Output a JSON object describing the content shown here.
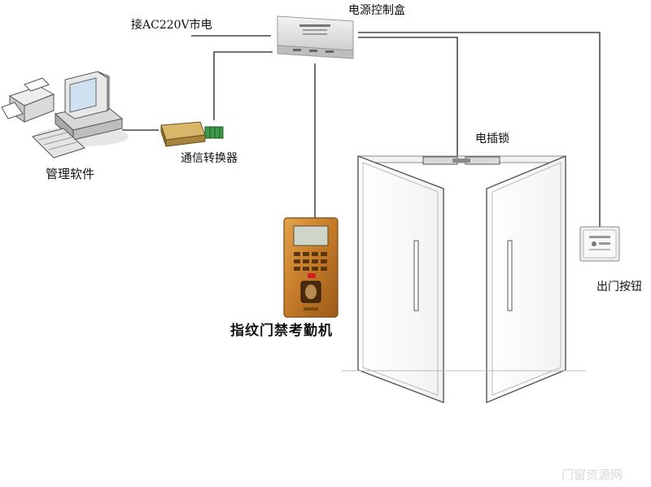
{
  "labels": {
    "power_box": "电源控制盒",
    "mains": "接AC220V市电",
    "software": "管理软件",
    "converter": "通信转换器",
    "lock": "电插锁",
    "terminal": "指纹门禁考勤机",
    "exit_button": "出门按钮"
  },
  "watermark": "门窗资源网",
  "icons": {
    "power_box": "power-control-box-icon",
    "computer": "desktop-computer-icon",
    "printer": "printer-icon",
    "converter": "communication-converter-icon",
    "terminal": "fingerprint-terminal-icon",
    "lock": "electric-lock-icon",
    "exit_button": "exit-button-icon",
    "door": "glass-door-icon"
  },
  "colors": {
    "wire": "#222222",
    "terminal_gold": "#c9822e",
    "door_frame": "#d6d6d6"
  }
}
